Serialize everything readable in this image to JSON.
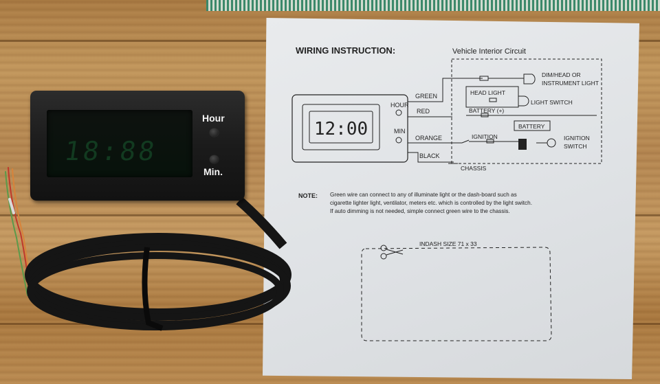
{
  "clock": {
    "hour_label": "Hour",
    "min_label": "Min.",
    "display": "18:88"
  },
  "sheet": {
    "title": "WIRING INSTRUCTION:",
    "circuit_title": "Vehicle Interior Circuit",
    "diagram_display": "12:00",
    "hour": "HOUR",
    "min": "MIN",
    "wires": {
      "green": "GREEN",
      "red": "RED",
      "orange": "ORANGE",
      "black": "BLACK"
    },
    "components": {
      "dim": "DIM/HEAD OR",
      "instrument": "INSTRUMENT LIGHT",
      "headlight": "HEAD LIGHT",
      "battery_plus": "BATTERY (+)",
      "light_switch": "LIGHT SWITCH",
      "battery": "BATTERY",
      "ignition": "IGNITION",
      "ignition_switch_1": "IGNITION",
      "ignition_switch_2": "SWITCH",
      "chassis": "CHASSIS"
    },
    "note_label": "NOTE:",
    "note_lines": [
      "Green wire can connect to any of illuminate light or the dash-board such as",
      "cigarette lighter light, ventilator, meters etc. which is controlled by the light switch.",
      "If auto dimming is not needed, simple connect green wire to the chassis."
    ],
    "indash": "INDASH SIZE 71 x 33"
  }
}
